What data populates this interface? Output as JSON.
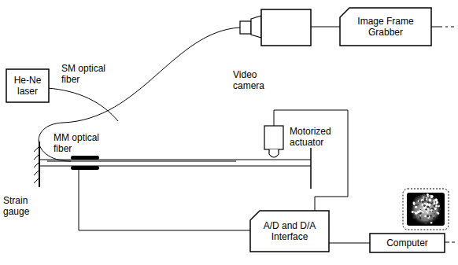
{
  "diagram": {
    "nodes": [
      {
        "text": [
          "He-Ne laser"
        ]
      },
      {
        "text": [
          "Image Frame Grabber"
        ]
      },
      {
        "text": [
          "A/D and D/A Interface"
        ]
      },
      {
        "text": [
          "Computer"
        ]
      }
    ],
    "edges": [
      {
        "from": 2,
        "to": 3,
        "arrow": "none"
      }
    ],
    "labels": [
      "SM optical fiber",
      "MM optical fiber",
      "Video camera",
      "Motorized actuator",
      "Strain gauge"
    ]
  }
}
